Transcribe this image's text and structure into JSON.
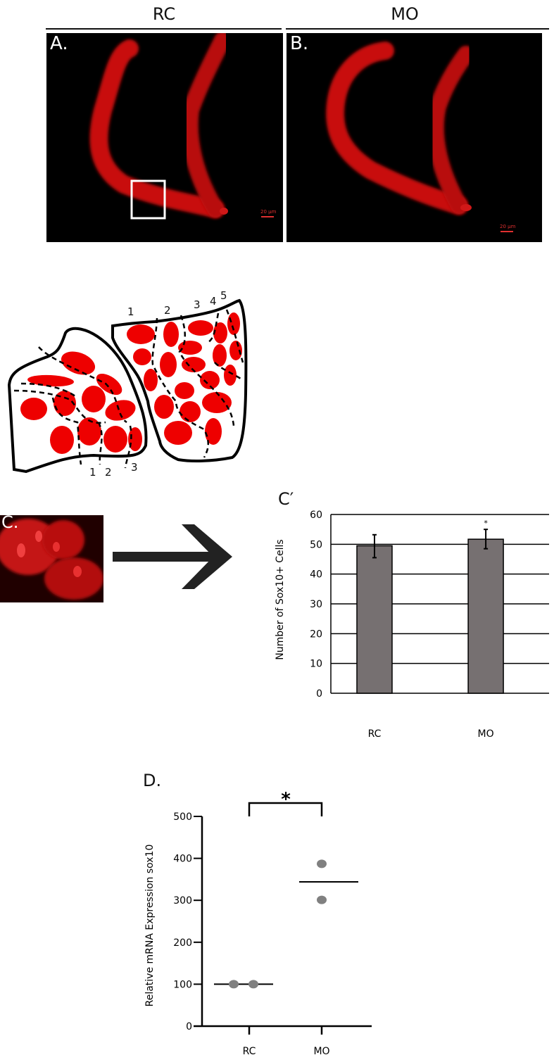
{
  "figure": {
    "header_left": "RC",
    "header_right": "MO",
    "panel_a_label": "A.",
    "panel_b_label": "B.",
    "panel_c_label": "C.",
    "panel_cprime_label": "C′",
    "panel_d_label": "D.",
    "scale_bar_a": "20 µm",
    "scale_bar_b": "20 µm",
    "diagram_top_numbers": [
      "1",
      "2",
      "3",
      "4",
      "5"
    ],
    "diagram_bottom_numbers": [
      "1",
      "2",
      "3"
    ],
    "colors": {
      "stain": "#e00000",
      "bar": "#767071",
      "dot": "#808080"
    }
  },
  "chart_data": [
    {
      "type": "bar",
      "title": "C′",
      "categories": [
        "RC",
        "MO"
      ],
      "values": [
        49.5,
        51.7
      ],
      "error": [
        [
          45.5,
          53.2
        ],
        [
          48.5,
          55.0
        ]
      ],
      "annotations": [
        "",
        "*"
      ],
      "xlabel": "",
      "ylabel": "Number of Sox10+ Cells",
      "ylim": [
        0,
        60
      ],
      "yticks": [
        "0",
        "10",
        "20",
        "30",
        "40",
        "50",
        "60"
      ],
      "grid": true
    },
    {
      "type": "scatter",
      "title": "D.",
      "categories": [
        "RC",
        "MO"
      ],
      "points": [
        [
          100,
          100
        ],
        [
          387,
          301
        ]
      ],
      "means": [
        100,
        344
      ],
      "significance": "*",
      "xlabel": "",
      "ylabel": "Relative mRNA Expression sox10",
      "ylim": [
        0,
        500
      ],
      "yticks": [
        "0",
        "100",
        "200",
        "300",
        "400",
        "500"
      ],
      "grid": false
    }
  ]
}
